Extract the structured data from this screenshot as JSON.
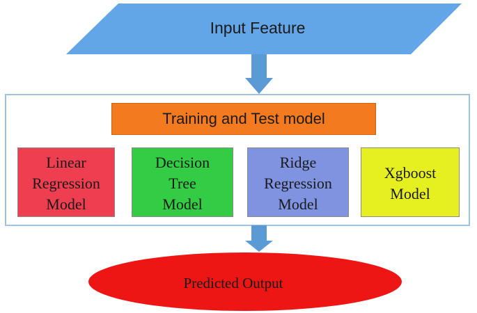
{
  "input": {
    "label": "Input Feature"
  },
  "training": {
    "label": "Training and Test model"
  },
  "models": [
    {
      "label": "Linear\nRegression\nModel",
      "color": "#ee3e50"
    },
    {
      "label": "Decision\nTree\nModel",
      "color": "#33cc44"
    },
    {
      "label": "Ridge\nRegression\nModel",
      "color": "#7f93e0"
    },
    {
      "label": "Xgboost\nModel",
      "color": "#e6ef1f"
    }
  ],
  "output": {
    "label": "Predicted Output"
  },
  "colors": {
    "input_fill": "#62a6e8",
    "arrow_fill": "#5b9bd5",
    "container_border": "#9dc3e6",
    "training_fill": "#f47a1f",
    "output_fill": "#ee1515"
  }
}
